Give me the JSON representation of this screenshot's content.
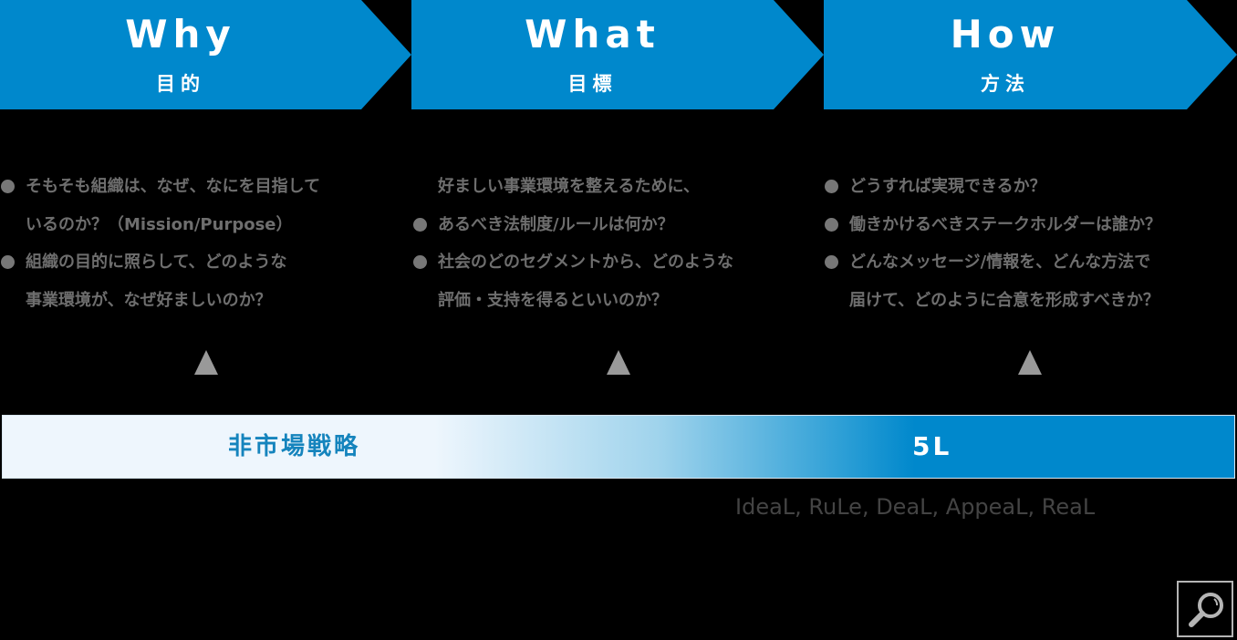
{
  "colors": {
    "accent": "#0088cc",
    "background": "#000000",
    "body_text": "#6e6e6e",
    "triangle": "#999999",
    "band_light": "#eef6fd",
    "band_label_left": "#1584bd"
  },
  "stages": [
    {
      "title": "Why",
      "subtitle": "目的",
      "lines": [
        {
          "bullet": true,
          "text": "そもそも組織は、なぜ、なにを目指して"
        },
        {
          "bullet": false,
          "text": "いるのか？（Mission/Purpose）"
        },
        {
          "bullet": true,
          "text": "組織の目的に照らして、どのような"
        },
        {
          "bullet": false,
          "text": "事業環境が、なぜ好ましいのか？"
        }
      ]
    },
    {
      "title": "What",
      "subtitle": "目標",
      "lines": [
        {
          "bullet": false,
          "text": "好ましい事業環境を整えるために、"
        },
        {
          "bullet": true,
          "text": "あるべき法制度/ルールは何か？"
        },
        {
          "bullet": true,
          "text": "社会のどのセグメントから、どのような"
        },
        {
          "bullet": false,
          "text": "評価・支持を得るといいのか？"
        }
      ]
    },
    {
      "title": "How",
      "subtitle": "方法",
      "lines": [
        {
          "bullet": true,
          "text": "どうすれば実現できるか？"
        },
        {
          "bullet": true,
          "text": "働きかけるべきステークホルダーは誰か？"
        },
        {
          "bullet": true,
          "text": "どんなメッセージ/情報を、どんな方法で"
        },
        {
          "bullet": false,
          "text": "届けて、どのように合意を形成すべきか？"
        }
      ]
    }
  ],
  "band": {
    "left_label": "非市場戦略",
    "right_label": "5L",
    "right_caption": "IdeaL, RuLe, DeaL, AppeaL, ReaL"
  },
  "zoom_button": {
    "icon": "magnifier-icon"
  }
}
